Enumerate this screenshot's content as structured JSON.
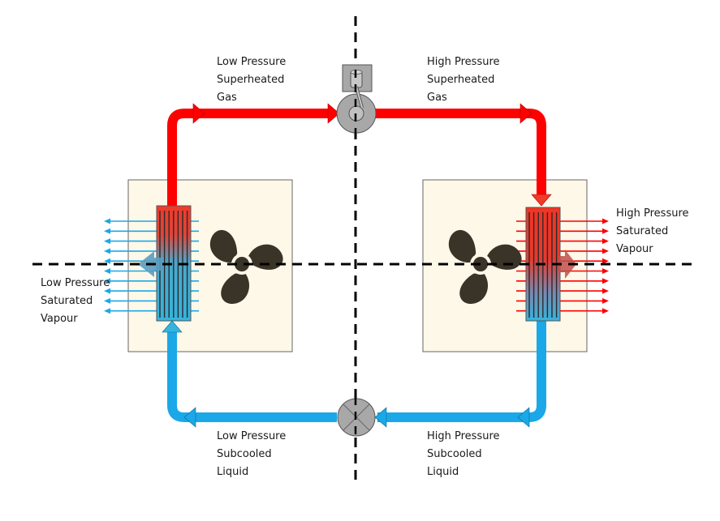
{
  "title": "Refrigeration cycle diagram",
  "labels": {
    "lp_superheated_gas": [
      "Low Pressure",
      "Superheated",
      "Gas"
    ],
    "hp_superheated_gas": [
      "High Pressure",
      "Superheated",
      "Gas"
    ],
    "hp_saturated_vapour": [
      "High Pressure",
      "Saturated",
      "Vapour"
    ],
    "lp_saturated_vapour": [
      "Low Pressure",
      "Saturated",
      "Vapour"
    ],
    "lp_subcooled_liquid": [
      "Low Pressure",
      "Subcooled",
      "Liquid"
    ],
    "hp_subcooled_liquid": [
      "High Pressure",
      "Subcooled",
      "Liquid"
    ]
  },
  "components": {
    "compressor": "compressor",
    "expansion_valve": "expansion-valve",
    "evaporator": "evaporator",
    "condenser": "condenser"
  },
  "colors": {
    "hot": "#ff0000",
    "cold": "#1aa8e8",
    "unit_fill": "#fdf8e8",
    "fan": "#3a3328",
    "component_grey": "#a8a8a8"
  }
}
